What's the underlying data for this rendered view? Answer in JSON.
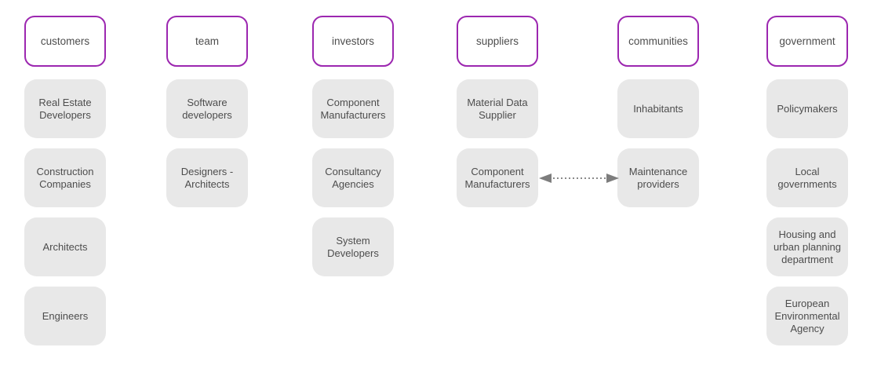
{
  "columns": [
    {
      "header": "customers",
      "items": [
        "Real Estate Developers",
        "Construction Companies",
        "Architects",
        "Engineers"
      ]
    },
    {
      "header": "team",
      "items": [
        "Software developers",
        "Designers - Architects"
      ]
    },
    {
      "header": "investors",
      "items": [
        "Component Manufacturers",
        "Consultancy Agencies",
        "System Developers"
      ]
    },
    {
      "header": "suppliers",
      "items": [
        "Material Data Supplier",
        "Component Manufacturers"
      ]
    },
    {
      "header": "communities",
      "items": [
        "Inhabitants",
        "Maintenance providers"
      ]
    },
    {
      "header": "government",
      "items": [
        "Policymakers",
        "Local governments",
        "Housing and urban planning department",
        "European Environmental Agency"
      ]
    }
  ],
  "connector": {
    "from": "Component Manufacturers",
    "to": "Maintenance providers",
    "style": "dotted",
    "bidirectional": true,
    "color": "#7d7d7d"
  },
  "colors": {
    "header_border": "#9c27b0",
    "header_bg": "#ffffff",
    "card_bg": "#e8e8e8",
    "text": "#4d4d4d",
    "background": "#ffffff"
  }
}
